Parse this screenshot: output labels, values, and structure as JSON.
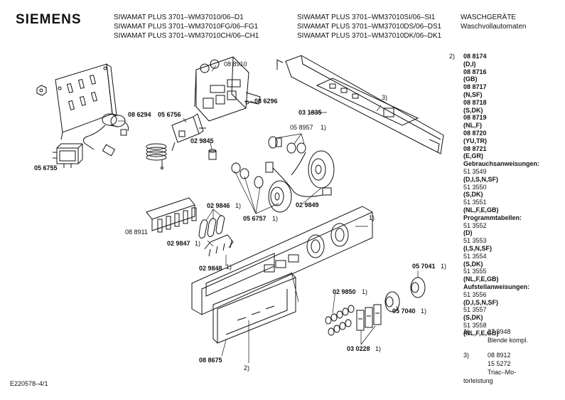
{
  "header": {
    "brand": "SIEMENS",
    "models_col1": [
      "SIWAMAT PLUS 3701–WM37010/06–D1",
      "SIWAMAT PLUS 3701–WM37010FG/06–FG1",
      "SIWAMAT PLUS 3701–WM37010CH/06–CH1"
    ],
    "models_col2": [
      "SIWAMAT PLUS 3701–WM37010SI/06–SI1",
      "SIWAMAT PLUS 3701–WM37010DS/06–DS1",
      "SIWAMAT PLUS 3701–WM37010DK/06–DK1"
    ],
    "category": [
      "WASCHGERÄTE",
      "Waschvollautomaten"
    ]
  },
  "part_labels": [
    "08 8910",
    "08 6296",
    "08 6294",
    "05 6756",
    "05 6755",
    "03 1835",
    "3)",
    "02 9845",
    "05 8957",
    "1)",
    "02 9849",
    "05 6757",
    "1)",
    "02 9846",
    "1)",
    "08 8911",
    "02 9847",
    "1)",
    "02 9848",
    "1)",
    "1)",
    "05 7041",
    "1)",
    "02 9850",
    "1)",
    "05 7040",
    "1)",
    "03 0228",
    "1)",
    "08 8675",
    "2)"
  ],
  "right_column": {
    "ref": "2)",
    "lines": [
      {
        "t": "08 8174",
        "b": true
      },
      {
        "t": "(D,I)",
        "b": true
      },
      {
        "t": "08 8716",
        "b": true
      },
      {
        "t": "(GB)",
        "b": true
      },
      {
        "t": "08 8717",
        "b": true
      },
      {
        "t": "(N,SF)",
        "b": true
      },
      {
        "t": "08 8718",
        "b": true
      },
      {
        "t": "(S,DK)",
        "b": true
      },
      {
        "t": "08 8719",
        "b": true
      },
      {
        "t": "(NL,F)",
        "b": true
      },
      {
        "t": "08 8720",
        "b": true
      },
      {
        "t": "(YU,TR)",
        "b": true
      },
      {
        "t": "08 8721",
        "b": true
      },
      {
        "t": "(E,GR)",
        "b": true
      },
      {
        "t": "Gebrauchsanweisungen:",
        "b": true
      },
      {
        "t": "51 3549",
        "b": false
      },
      {
        "t": "(D,I,S,N,SF)",
        "b": true
      },
      {
        "t": "51 3550",
        "b": false
      },
      {
        "t": "(S,DK)",
        "b": true
      },
      {
        "t": "51 3551",
        "b": false
      },
      {
        "t": "(NL,F,E,GB)",
        "b": true
      },
      {
        "t": "Programmtabellen:",
        "b": true
      },
      {
        "t": "51 3552",
        "b": false
      },
      {
        "t": "(D)",
        "b": true
      },
      {
        "t": "51 3553",
        "b": false
      },
      {
        "t": "(I,S,N,SF)",
        "b": true
      },
      {
        "t": "51 3554",
        "b": false
      },
      {
        "t": "(S,DK)",
        "b": true
      },
      {
        "t": "51 3555",
        "b": false
      },
      {
        "t": "(NL,F,E,GB)",
        "b": true
      },
      {
        "t": "Aufstellanweisungen:",
        "b": true
      },
      {
        "t": "51 3556",
        "b": false
      },
      {
        "t": "(D,I,S,N,SF)",
        "b": true
      },
      {
        "t": "51 3557",
        "b": false
      },
      {
        "t": "(S,DK)",
        "b": true
      },
      {
        "t": "51 3558",
        "b": false
      },
      {
        "t": "(NL,F,E,GB)",
        "b": true
      }
    ]
  },
  "footnotes": {
    "n1_ref": "1)",
    "n1_lines": [
      "27 3948",
      "Blende kompl."
    ],
    "n3_ref": "3)",
    "n3_lines": [
      "08 8912",
      "15 5272",
      "Triac–Mo-",
      "torleistung"
    ]
  },
  "drawing_code": "E220578–4/1"
}
